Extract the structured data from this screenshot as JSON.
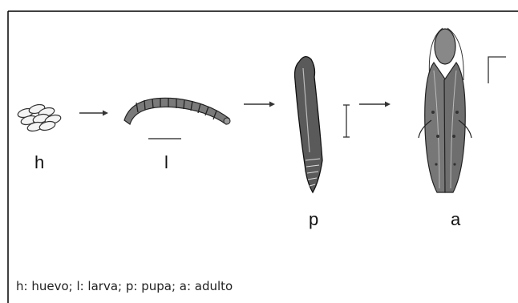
{
  "stages": [
    {
      "id": "h",
      "label": "h",
      "icon": "egg-cluster-icon"
    },
    {
      "id": "l",
      "label": "l",
      "icon": "larva-icon"
    },
    {
      "id": "p",
      "label": "p",
      "icon": "pupa-icon"
    },
    {
      "id": "a",
      "label": "a",
      "icon": "adult-moth-icon"
    }
  ],
  "caption": "h: huevo; l: larva; p: pupa; a: adulto",
  "colors": {
    "frame": "#000000",
    "ink": "#2a2a2a",
    "arrow": "#333333",
    "background": "#ffffff"
  }
}
